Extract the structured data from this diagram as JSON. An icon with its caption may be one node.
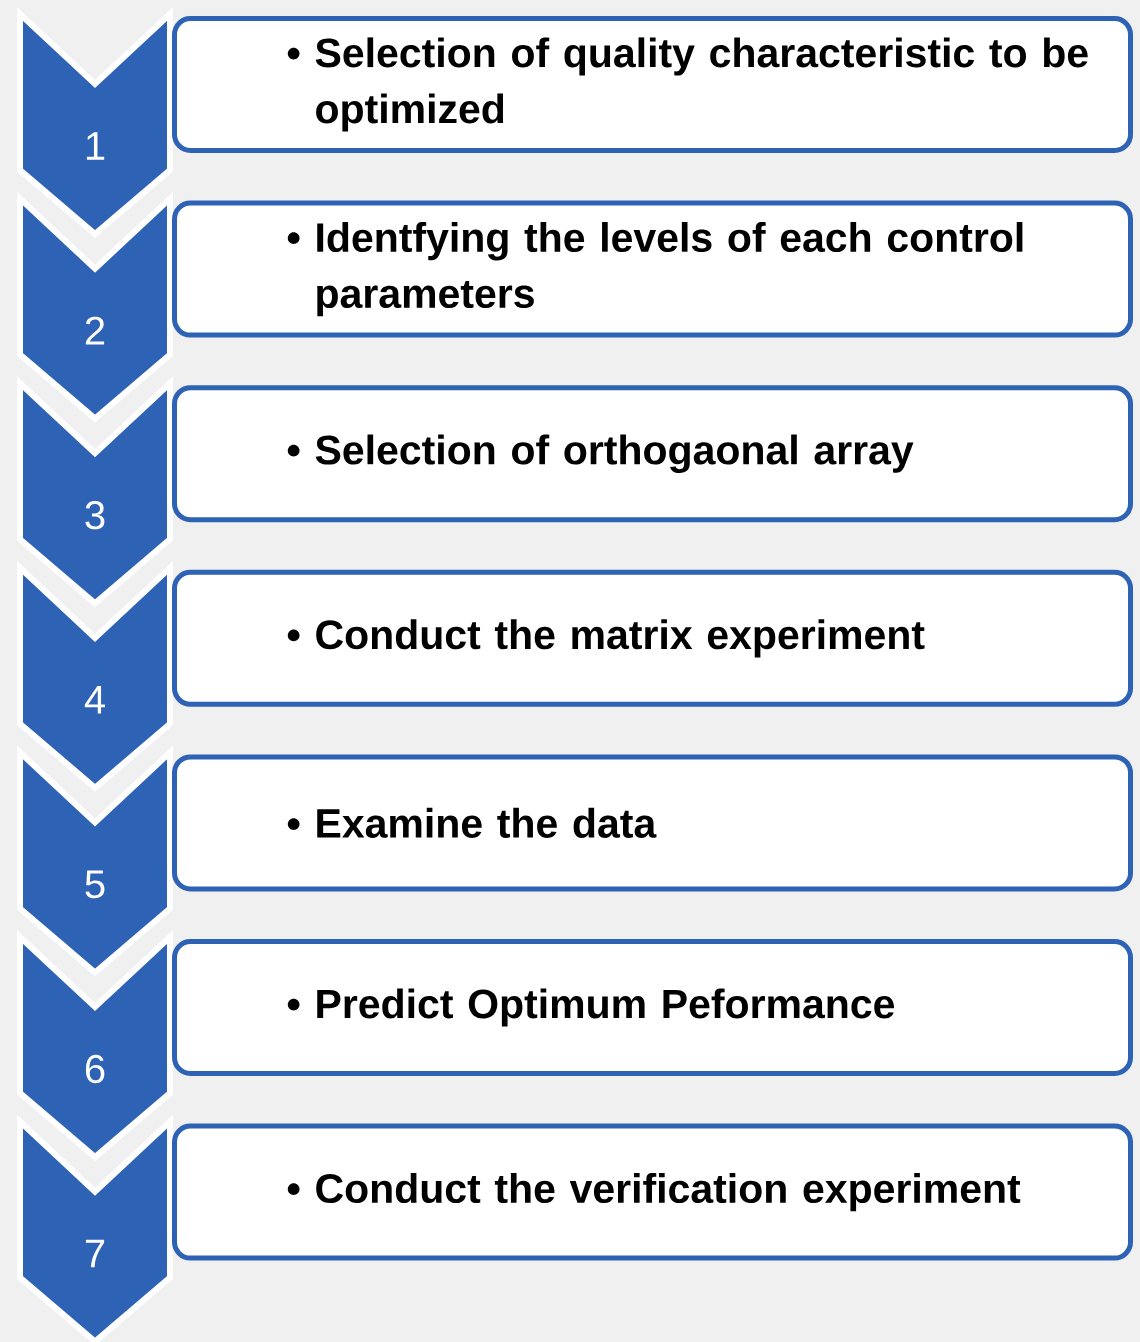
{
  "diagram": {
    "nodes": [
      {
        "text": [
          "1"
        ]
      },
      {
        "text": [
          "• Selection of quality characteristic to be optimized"
        ]
      },
      {
        "text": [
          "2"
        ]
      },
      {
        "text": [
          "• Identfying the levels of each control parameters"
        ]
      },
      {
        "text": [
          "3"
        ]
      },
      {
        "text": [
          "• Selection of orthogaonal array"
        ]
      },
      {
        "text": [
          "4"
        ]
      },
      {
        "text": [
          "• Conduct the matrix experiment"
        ]
      },
      {
        "text": [
          "5"
        ]
      },
      {
        "text": [
          "• Examine the data"
        ]
      },
      {
        "text": [
          "6"
        ]
      },
      {
        "text": [
          "• Predict Optimum Peformance"
        ]
      },
      {
        "text": [
          "7"
        ]
      },
      {
        "text": [
          "• Conduct the verification experiment"
        ]
      }
    ]
  }
}
